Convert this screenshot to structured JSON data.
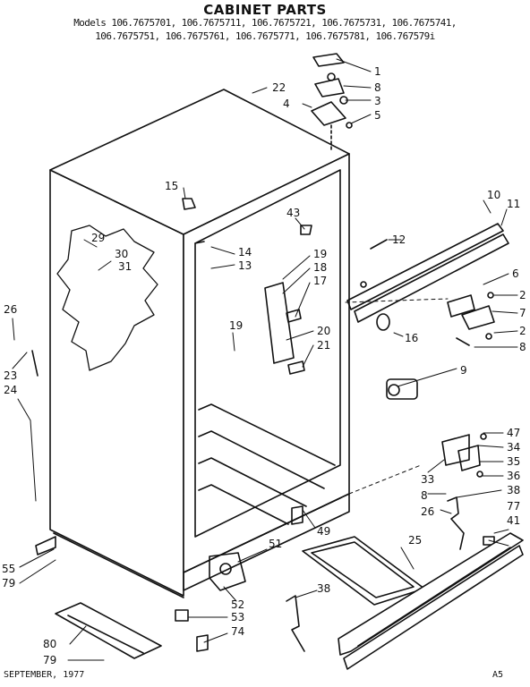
{
  "title": "CABINET PARTS",
  "models_line1": "Models 106.7675701, 106.7675711, 106.7675721, 106.7675731, 106.7675741,",
  "models_line2": "106.7675751, 106.7675761, 106.7675771, 106.7675781, 106.767579i",
  "footer_date": "SEPTEMBER, 1977",
  "page_code": "A5",
  "labels": [
    "1",
    "8",
    "3",
    "4",
    "5",
    "22",
    "15",
    "43",
    "10",
    "11",
    "12",
    "29",
    "30",
    "31",
    "14",
    "13",
    "19",
    "18",
    "17",
    "6",
    "2",
    "7",
    "16",
    "2",
    "8",
    "26",
    "19",
    "20",
    "21",
    "23",
    "24",
    "9",
    "47",
    "34",
    "35",
    "33",
    "36",
    "8",
    "38",
    "26",
    "77",
    "41",
    "49",
    "25",
    "51",
    "55",
    "79",
    "52",
    "53",
    "38",
    "80",
    "74",
    "79"
  ]
}
